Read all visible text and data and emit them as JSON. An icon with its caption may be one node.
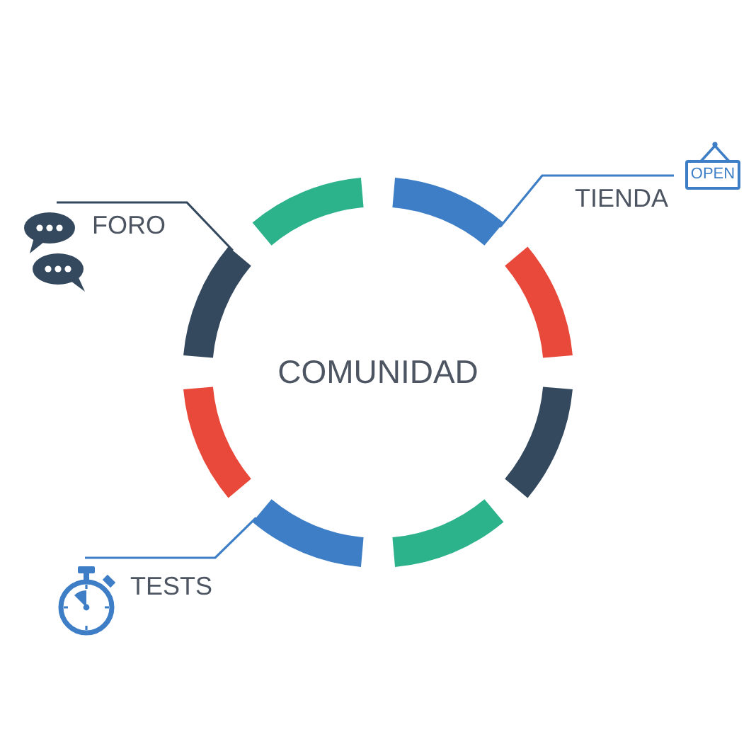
{
  "diagram": {
    "nodes": [
      {
        "text": [
          "OPEN"
        ]
      },
      {
        "text": [],
        "shape": "arc"
      },
      {
        "text": [],
        "shape": "arc"
      },
      {
        "text": [
          "TIENDA"
        ]
      },
      {
        "text": [
          "FORO"
        ]
      },
      {
        "text": [],
        "shape": "arc"
      },
      {
        "text": [],
        "shape": "arc"
      },
      {
        "text": [],
        "shape": "arc"
      },
      {
        "text": [],
        "shape": "arc"
      },
      {
        "text": [],
        "shape": "arc"
      },
      {
        "text": [],
        "shape": "arc"
      },
      {
        "text": [
          "TESTS"
        ]
      }
    ],
    "edges": [
      {
        "from": 4,
        "to": 5,
        "arrow": "none",
        "color": "#34495e"
      },
      {
        "from": 3,
        "to": 2,
        "arrow": "none"
      },
      {
        "from": 11,
        "to": 9,
        "arrow": "none"
      }
    ],
    "labels": [
      "COMUNIDAD"
    ]
  }
}
